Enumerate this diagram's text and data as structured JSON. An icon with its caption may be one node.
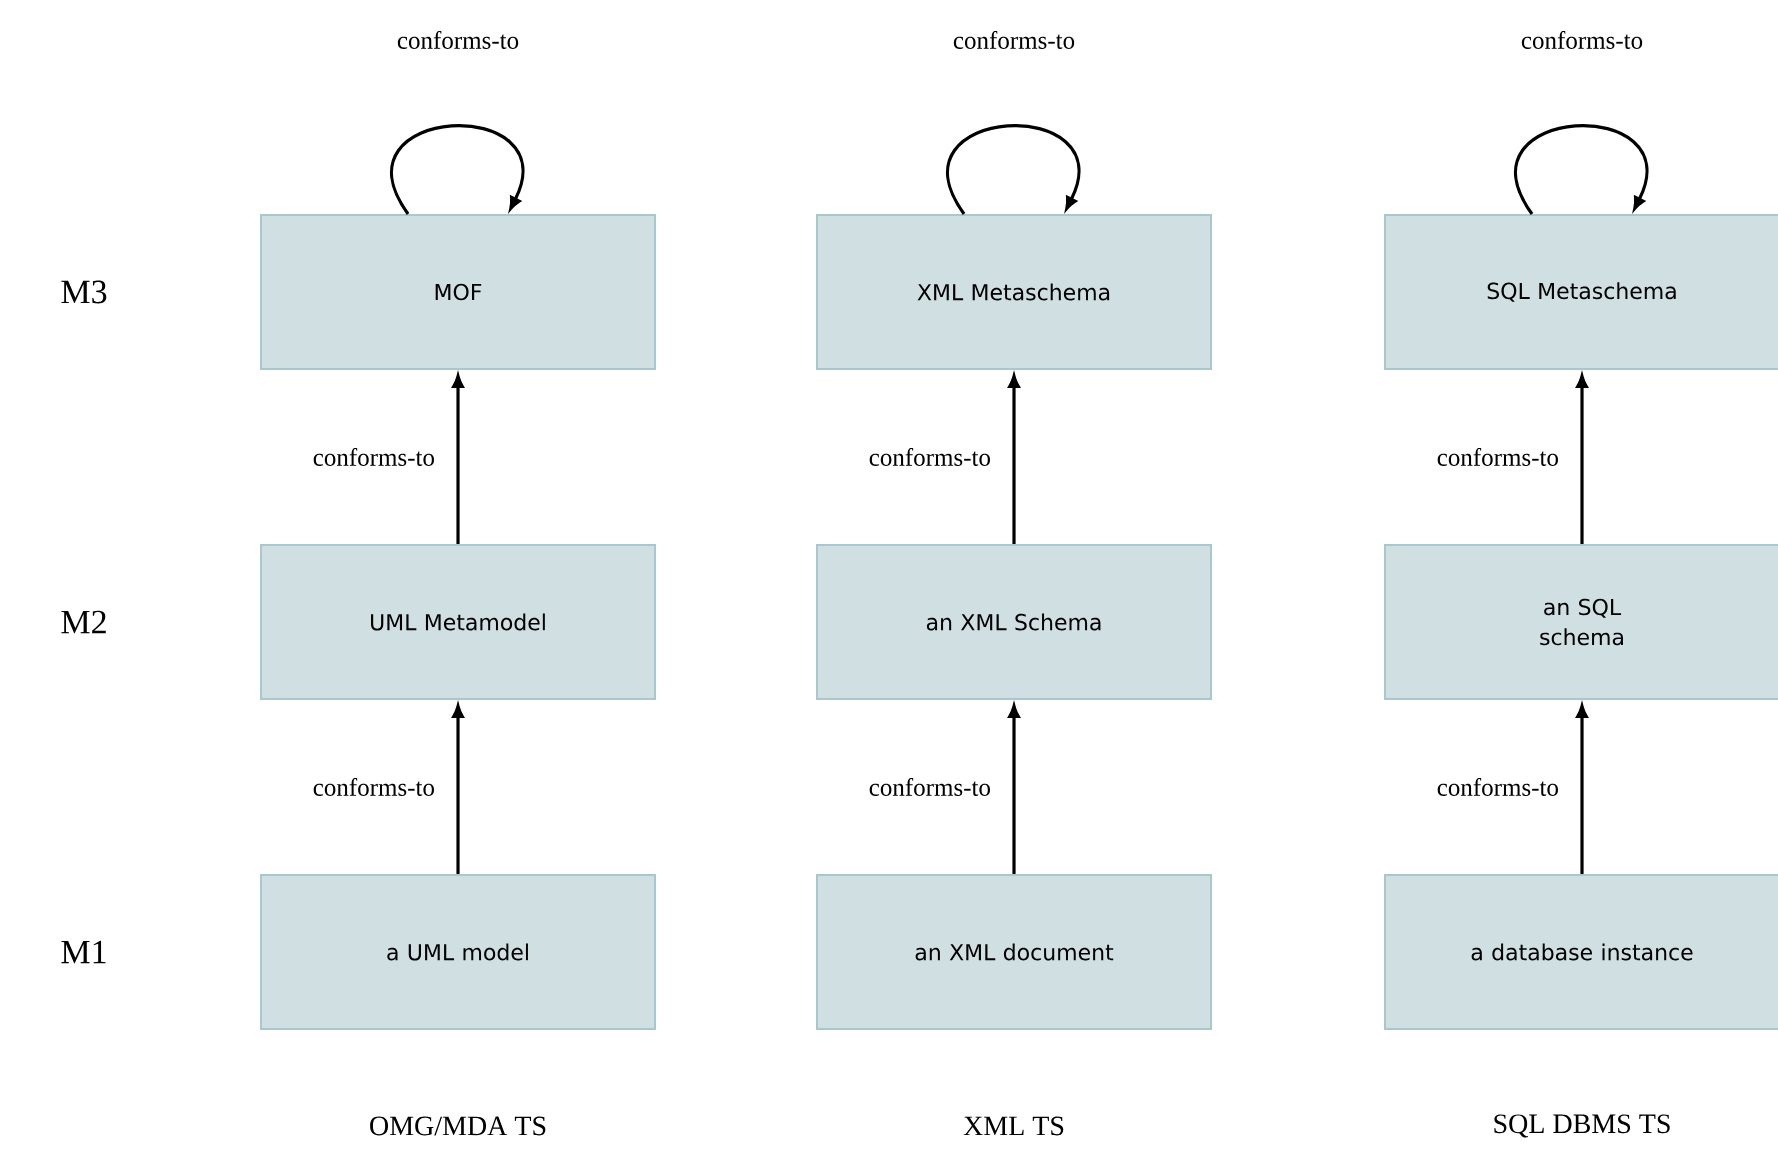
{
  "diagram": {
    "nodes": [
      {
        "text": [
          "MOF"
        ]
      },
      {
        "text": [
          "XML Metaschema"
        ]
      },
      {
        "text": [
          "SQL Metaschema"
        ]
      },
      {
        "text": [
          "UML Metamodel"
        ]
      },
      {
        "text": [
          "an XML Schema"
        ]
      },
      {
        "text": [
          "an SQL schema"
        ]
      },
      {
        "text": [
          "a UML model"
        ]
      },
      {
        "text": [
          "an XML document"
        ]
      },
      {
        "text": [
          "a database instance"
        ]
      }
    ],
    "edges": [
      {
        "from": 0,
        "to": 0,
        "arrow": "to",
        "label": "conforms-to"
      },
      {
        "from": 1,
        "to": 1,
        "arrow": "to",
        "label": "conforms-to"
      },
      {
        "from": 2,
        "to": 2,
        "arrow": "to",
        "label": "conforms-to"
      },
      {
        "from": 3,
        "to": 0,
        "arrow": "to",
        "label": "conforms-to"
      },
      {
        "from": 4,
        "to": 1,
        "arrow": "to",
        "label": "conforms-to"
      },
      {
        "from": 5,
        "to": 2,
        "arrow": "to",
        "label": "conforms-to"
      },
      {
        "from": 6,
        "to": 3,
        "arrow": "to",
        "label": "conforms-to"
      },
      {
        "from": 7,
        "to": 4,
        "arrow": "to",
        "label": "conforms-to"
      },
      {
        "from": 8,
        "to": 5,
        "arrow": "to",
        "label": "conforms-to"
      }
    ],
    "labels": [
      "M3",
      "M2",
      "M1",
      "OMG/MDA TS",
      "XML TS",
      "SQL DBMS TS"
    ]
  }
}
